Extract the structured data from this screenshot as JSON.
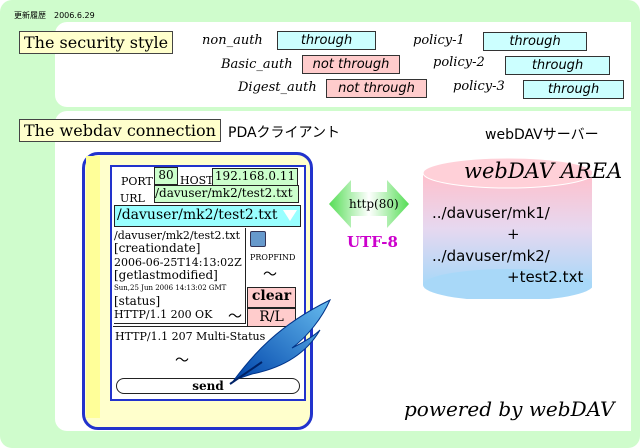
{
  "version": "更新履歴　2006.6.29",
  "security": {
    "title": "The security style",
    "rows": [
      {
        "label": "non_auth",
        "value": "through",
        "status": "through"
      },
      {
        "label": "policy-1",
        "value": "through",
        "status": "through"
      },
      {
        "label": "Basic_auth",
        "value": "not through",
        "status": "not-through"
      },
      {
        "label": "policy-2",
        "value": "through",
        "status": "through"
      },
      {
        "label": "Digest_auth",
        "value": "not through",
        "status": "not-through"
      },
      {
        "label": "policy-3",
        "value": "through",
        "status": "through"
      }
    ]
  },
  "connection": {
    "title": "The webdav connection",
    "client_label": "PDAクライアント",
    "server_label": "webDAVサーバー",
    "protocol": "http(80)",
    "encoding": "UTF-8",
    "footer": "powered by webDAV"
  },
  "pda": {
    "port_label": "PORT",
    "port_value": "80",
    "host_label": "HOST",
    "host_value": "192.168.0.11",
    "url_label": "URL",
    "url_value": "/davuser/mk2/test2.txt",
    "path_select": "/davuser/mk2/test2.txt",
    "response_lines": [
      "/davuser/mk2/test2.txt",
      "[creationdate]",
      "2006-06-25T14:13:02Z",
      "[getlastmodified]",
      "Sun,25 Jun 2006 14:13:02 GMT",
      "[status]",
      "HTTP/1.1 200 OK"
    ],
    "tilde": "〜",
    "status_line": "HTTP/1.1 207 Multi-Status",
    "propfind_label": "PROPFIND",
    "clear_label": "clear",
    "rl_label": "R/L",
    "send_label": "send"
  },
  "server": {
    "area_title": "webDAV AREA",
    "path1": "../davuser/mk1/",
    "plus1": "+",
    "path2": "../davuser/mk2/",
    "file": "+test2.txt"
  },
  "colors": {
    "through": "#ccffff",
    "not_through": "#ffcccc",
    "frame": "#cffccc",
    "pda_border": "#2233cc",
    "encoding": "#cc00cc"
  }
}
